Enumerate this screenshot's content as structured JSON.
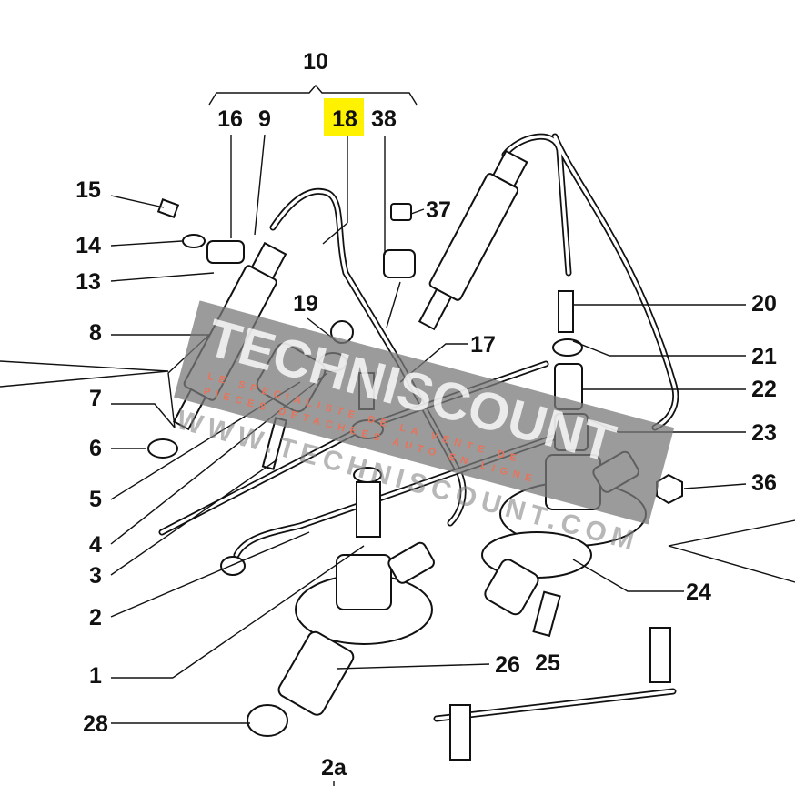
{
  "diagram": {
    "title": "Injection pump and injectors exploded parts diagram",
    "group_label": "10",
    "highlighted_label": "18",
    "highlight_color": "#FFF200",
    "labels": {
      "l10": "10",
      "l16": "16",
      "l9": "9",
      "l18": "18",
      "l38": "38",
      "l15": "15",
      "l14": "14",
      "l13": "13",
      "l8": "8",
      "l7": "7",
      "l6": "6",
      "l5": "5",
      "l4": "4",
      "l3": "3",
      "l2": "2",
      "l1": "1",
      "l28": "28",
      "l37": "37",
      "l19": "19",
      "l17": "17",
      "l20": "20",
      "l21": "21",
      "l22": "22",
      "l23": "23",
      "l36": "36",
      "l24": "24",
      "l25": "25",
      "l26": "26",
      "l2a": "2a"
    }
  },
  "watermark": {
    "brand": "TECHNISCOUNT",
    "tagline1": "LE SPECIALISTE DE LA VENTE DE",
    "tagline2": "PIECES DETACHEES AUTO EN LIGNE",
    "url": "WWW.TECHNISCOUNT.COM",
    "band_color": "#7a7a7a",
    "accent_color": "#e8735a"
  }
}
